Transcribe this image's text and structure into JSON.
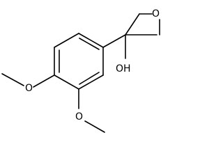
{
  "atom_labels": {
    "ring_oxygen": "O",
    "hydroxyl": "OH",
    "methoxy_para_oxygen": "O",
    "methoxy_meta_oxygen": "O"
  }
}
